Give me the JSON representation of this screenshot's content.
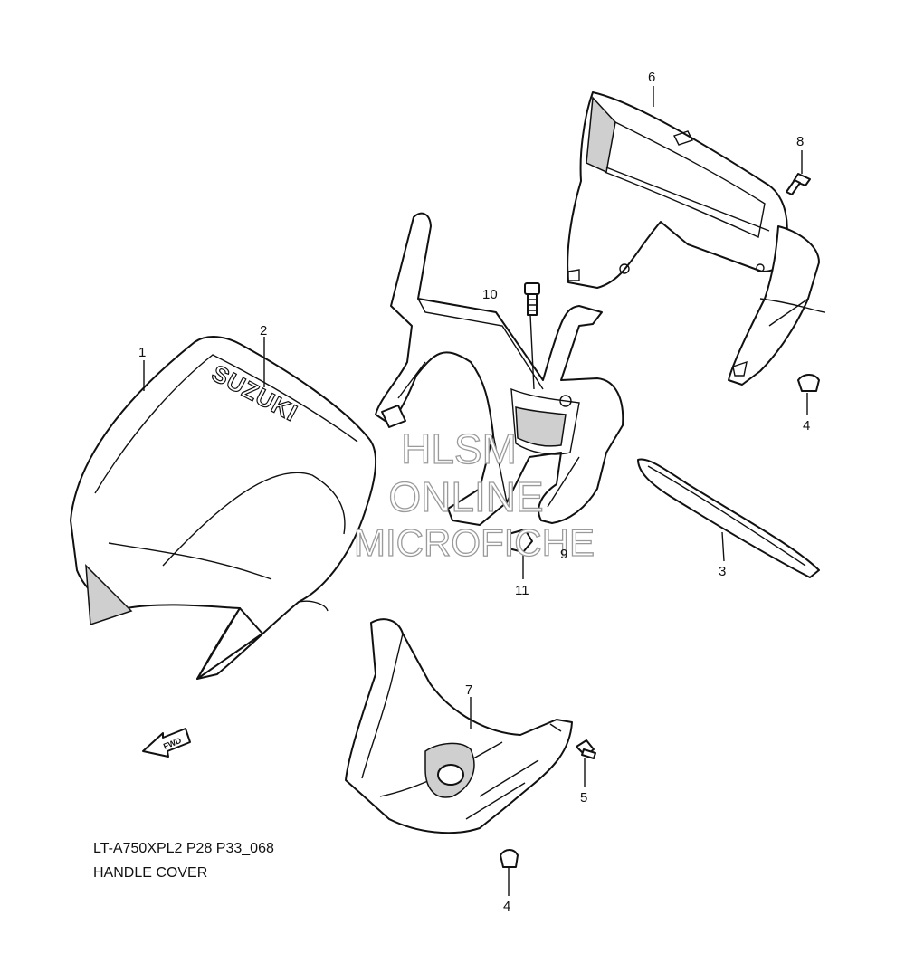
{
  "diagram": {
    "caption_code": "LT-A750XPL2 P28 P33_068",
    "caption_title": "HANDLE COVER",
    "logo_text": "SUZUKI",
    "fwd_text": "FWD",
    "watermark": [
      "HLSM",
      "ONLINE",
      "MICROFICHE"
    ],
    "callouts": {
      "c1": "1",
      "c2": "2",
      "c3": "3",
      "c4a": "4",
      "c4b": "4",
      "c5": "5",
      "c6": "6",
      "c7": "7",
      "c8": "8",
      "c9": "9",
      "c10": "10",
      "c11": "11"
    }
  }
}
